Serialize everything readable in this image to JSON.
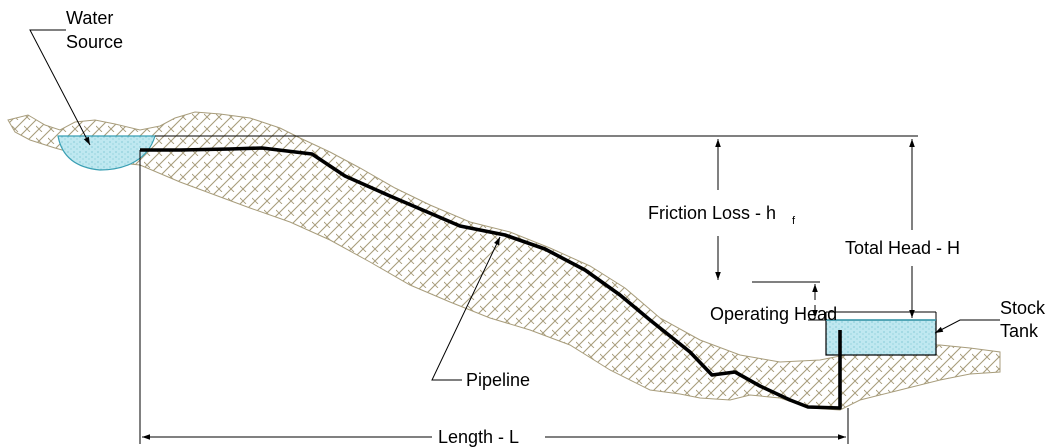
{
  "labels": {
    "water_source_line1": "Water",
    "water_source_line2": "Source",
    "friction_loss": "Friction Loss - h",
    "friction_loss_subscript": "f",
    "total_head": "Total Head - H",
    "operating_head": "Operating Head",
    "stock_tank_line1": "Stock",
    "stock_tank_line2": "Tank",
    "pipeline": "Pipeline",
    "length": "Length - L"
  },
  "colors": {
    "ground_hatch": "#a89d7c",
    "water_fill": "#bfe8f0",
    "water_stroke": "#3a9fb3",
    "pipeline": "#000000",
    "dimension_lines": "#000000"
  }
}
